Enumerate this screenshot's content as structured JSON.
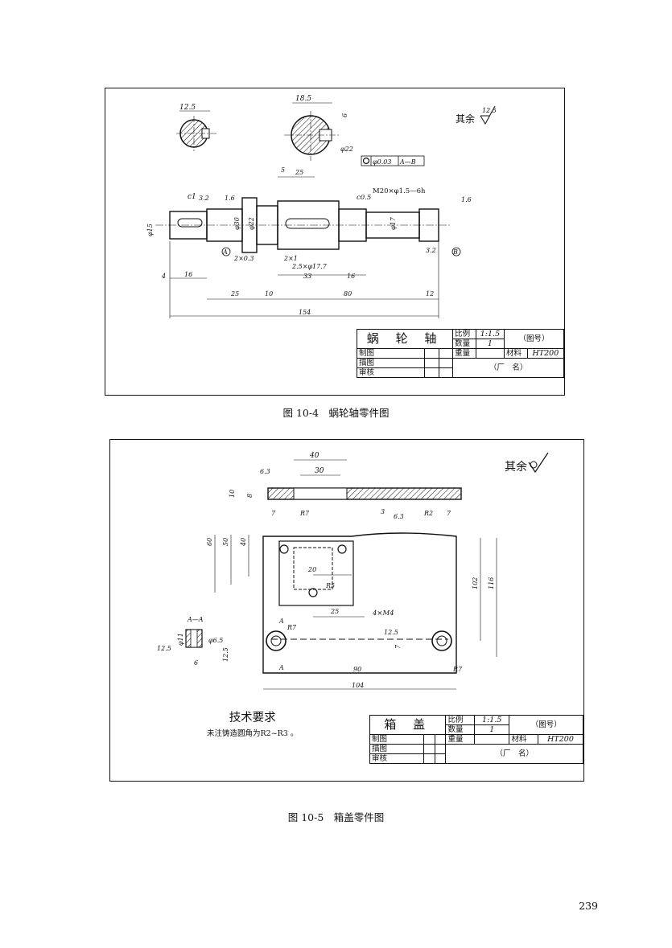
{
  "figure1": {
    "caption": "图 10-4　蜗轮轴零件图",
    "roughness_note": "其余",
    "roughness_value": "12.5",
    "dims": [
      "12.5",
      "18.5",
      "6",
      "φ22",
      "φ0.03",
      "A—B",
      "5",
      "25",
      "M20×φ1.5—6h",
      "c1",
      "3.2",
      "1.6",
      "c0.5",
      "φ17",
      "φ15",
      "φ30",
      "φ22",
      "2×0.3",
      "2×1",
      "2.5×φ17.7",
      "16",
      "33",
      "4",
      "16",
      "25",
      "10",
      "80",
      "12",
      "154",
      "A",
      "B",
      "3.2",
      "1.6"
    ],
    "title_block": {
      "name": "蜗 轮 轴",
      "scale_label": "比例",
      "scale_value": "1:1.5",
      "qty_label": "数量",
      "qty_value": "1",
      "weight_label": "重量",
      "material_label": "材料",
      "material_value": "HT200",
      "drawing_no": "（图号）",
      "factory": "（厂　名）",
      "row_labels": [
        "制图",
        "描图",
        "审核"
      ]
    }
  },
  "figure2": {
    "caption": "图 10-5　箱盖零件图",
    "roughness_note": "其余",
    "dims": [
      "40",
      "30",
      "6.3",
      "10",
      "8",
      "7",
      "R7",
      "3",
      "6.3",
      "R2",
      "7",
      "60",
      "50",
      "40",
      "20",
      "R5",
      "25",
      "4×M4",
      "12.5",
      "7",
      "102",
      "116",
      "90",
      "104",
      "R7",
      "A—A",
      "φ11",
      "φ6.5",
      "12.5",
      "12.5",
      "6",
      "A",
      "A",
      "R7"
    ],
    "tech_title": "技术要求",
    "tech_text": "未注铸造圆角为R2~R3 。",
    "title_block": {
      "name": "箱 盖",
      "scale_label": "比例",
      "scale_value": "1:1.5",
      "qty_label": "数量",
      "qty_value": "1",
      "weight_label": "重量",
      "material_label": "材料",
      "material_value": "HT200",
      "drawing_no": "（图号）",
      "factory": "（厂　名）",
      "row_labels": [
        "制图",
        "描图",
        "审核"
      ]
    }
  },
  "page_number": "239"
}
